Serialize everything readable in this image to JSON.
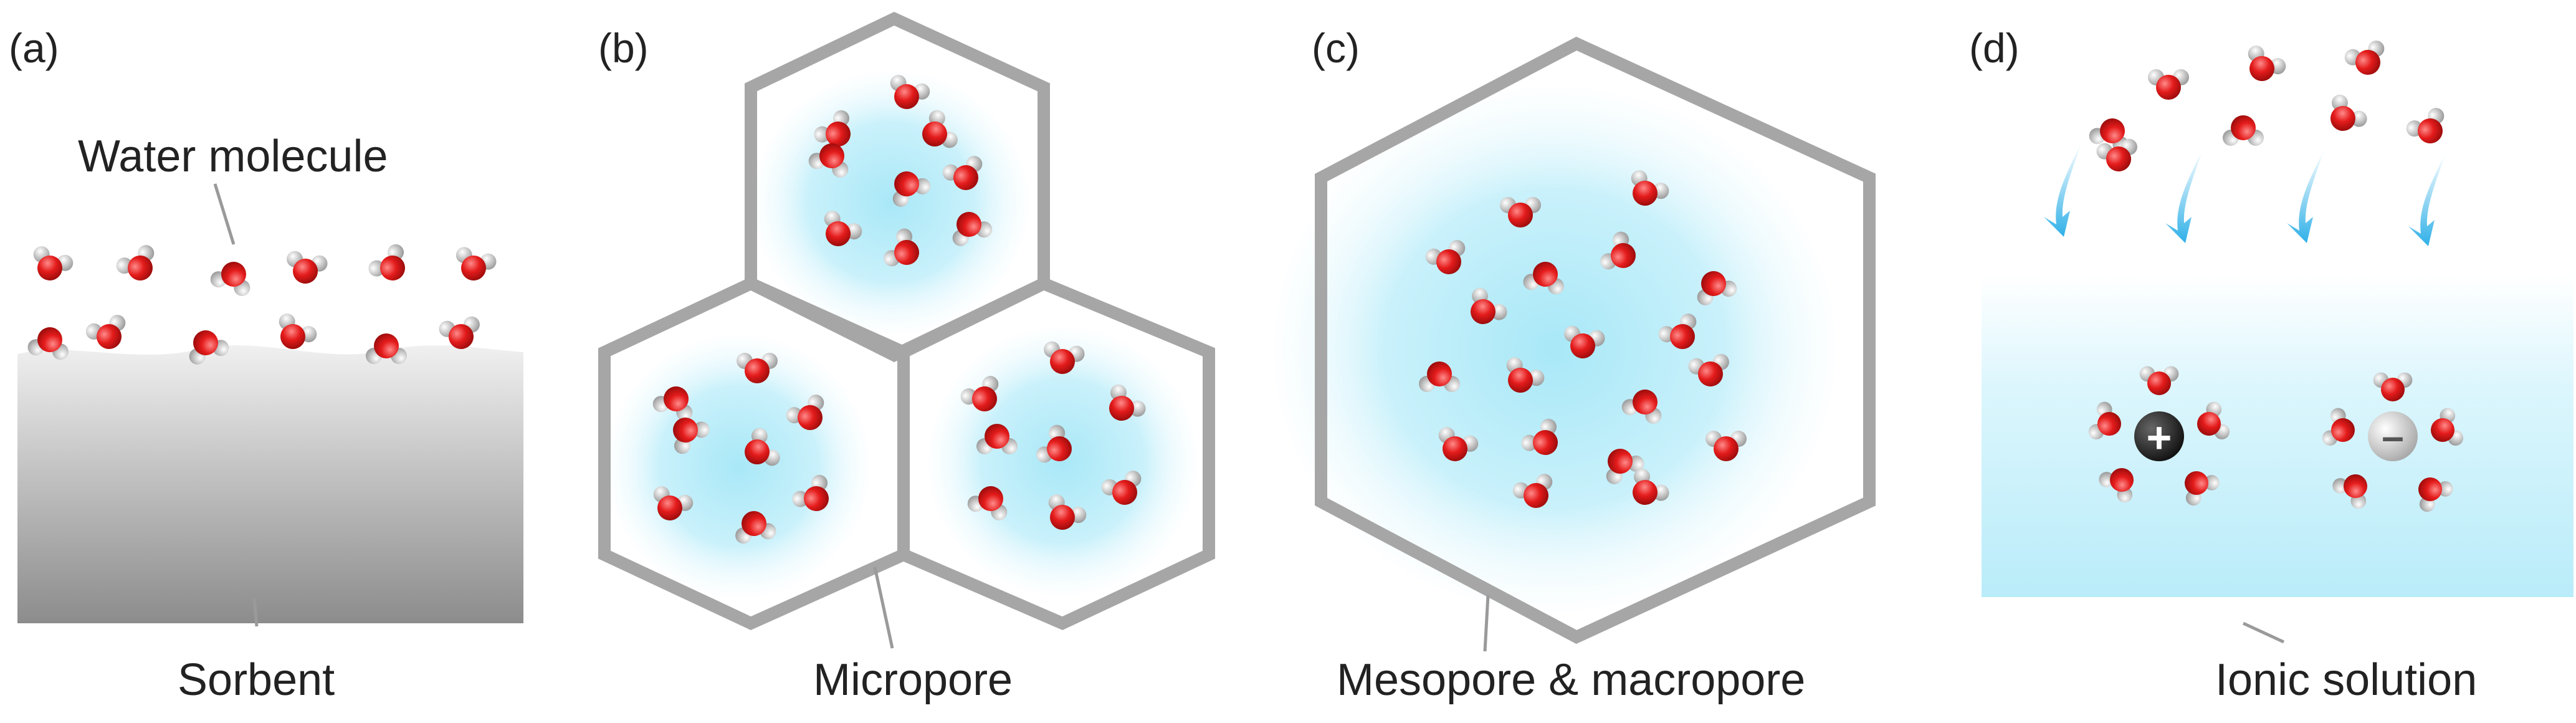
{
  "panels": {
    "a": {
      "tag": "(a)",
      "callout_top": "Water molecule",
      "caption": "Sorbent"
    },
    "b": {
      "tag": "(b)",
      "caption": "Micropore"
    },
    "c": {
      "tag": "(c)",
      "caption": "Mesopore & macropore"
    },
    "d": {
      "tag": "(d)",
      "caption": "Ionic solution",
      "cation_symbol": "+",
      "anion_symbol": "–"
    }
  },
  "colors": {
    "oxygen": "#e01818",
    "hydrogen": "#cfcfcf",
    "pore_wall": "#a6a6a6",
    "water_glow": "#b8ecf8",
    "solution": "#bfeefa",
    "arrow": "#3ab8ec",
    "sorbent_top": "#eeeeee",
    "sorbent_bottom": "#8e8e8e",
    "cation": "#222222",
    "anion": "#bdbdbd"
  }
}
